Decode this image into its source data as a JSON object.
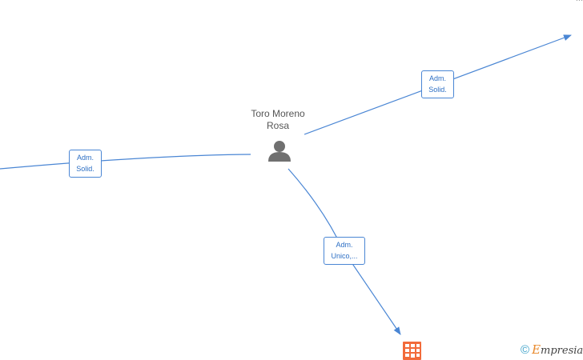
{
  "person": {
    "name_line1": "Toro Moreno",
    "name_line2": "Rosa"
  },
  "edges": [
    {
      "label_line1": "Adm.",
      "label_line2": "Solid."
    },
    {
      "label_line1": "Adm.",
      "label_line2": "Solid."
    },
    {
      "label_line1": "Adm.",
      "label_line2": "Unico,..."
    }
  ],
  "topright_text": "...",
  "footer": {
    "copyright_symbol": "©",
    "brand_initial": "E",
    "brand_rest": "mpresia"
  },
  "colors": {
    "edge": "#4a86d4",
    "person_icon": "#707070",
    "company_icon": "#f26b3a"
  }
}
